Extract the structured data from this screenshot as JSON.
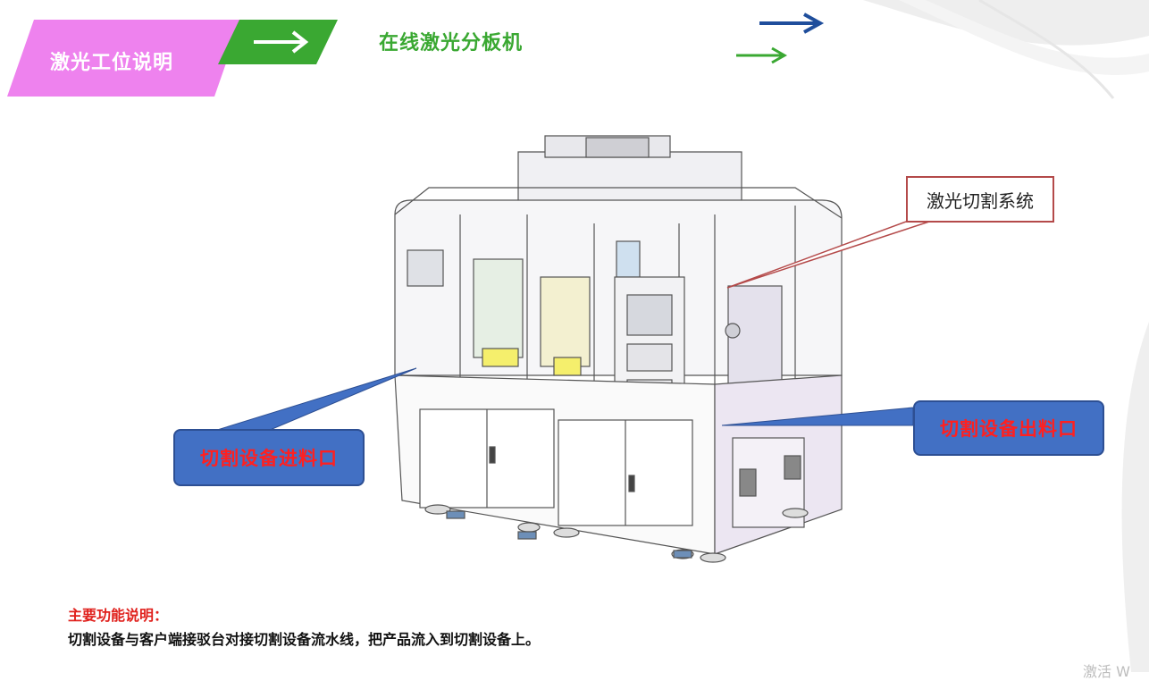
{
  "header": {
    "section_title": "激光工位说明",
    "machine_name": "在线激光分板机"
  },
  "callouts": {
    "laser_system": "激光切割系统",
    "inlet": "切割设备进料口",
    "outlet": "切割设备出料口"
  },
  "description": {
    "title": "主要功能说明：",
    "body": "切割设备与客户端接驳台对接切割设备流水线，把产品流入到切割设备上。"
  },
  "watermark": "激活 W",
  "colors": {
    "banner_pink": "#ee82ee",
    "banner_green": "#3aa832",
    "callout_blue": "#4270c4",
    "callout_text_red": "#ff2020",
    "callout_border_red": "#b44a4a",
    "arrow_blue": "#1f4e9c"
  },
  "icons": {
    "banner_arrow": "right-arrow-icon",
    "deco_top": "right-arrow-icon",
    "deco_bottom": "right-arrow-icon"
  }
}
